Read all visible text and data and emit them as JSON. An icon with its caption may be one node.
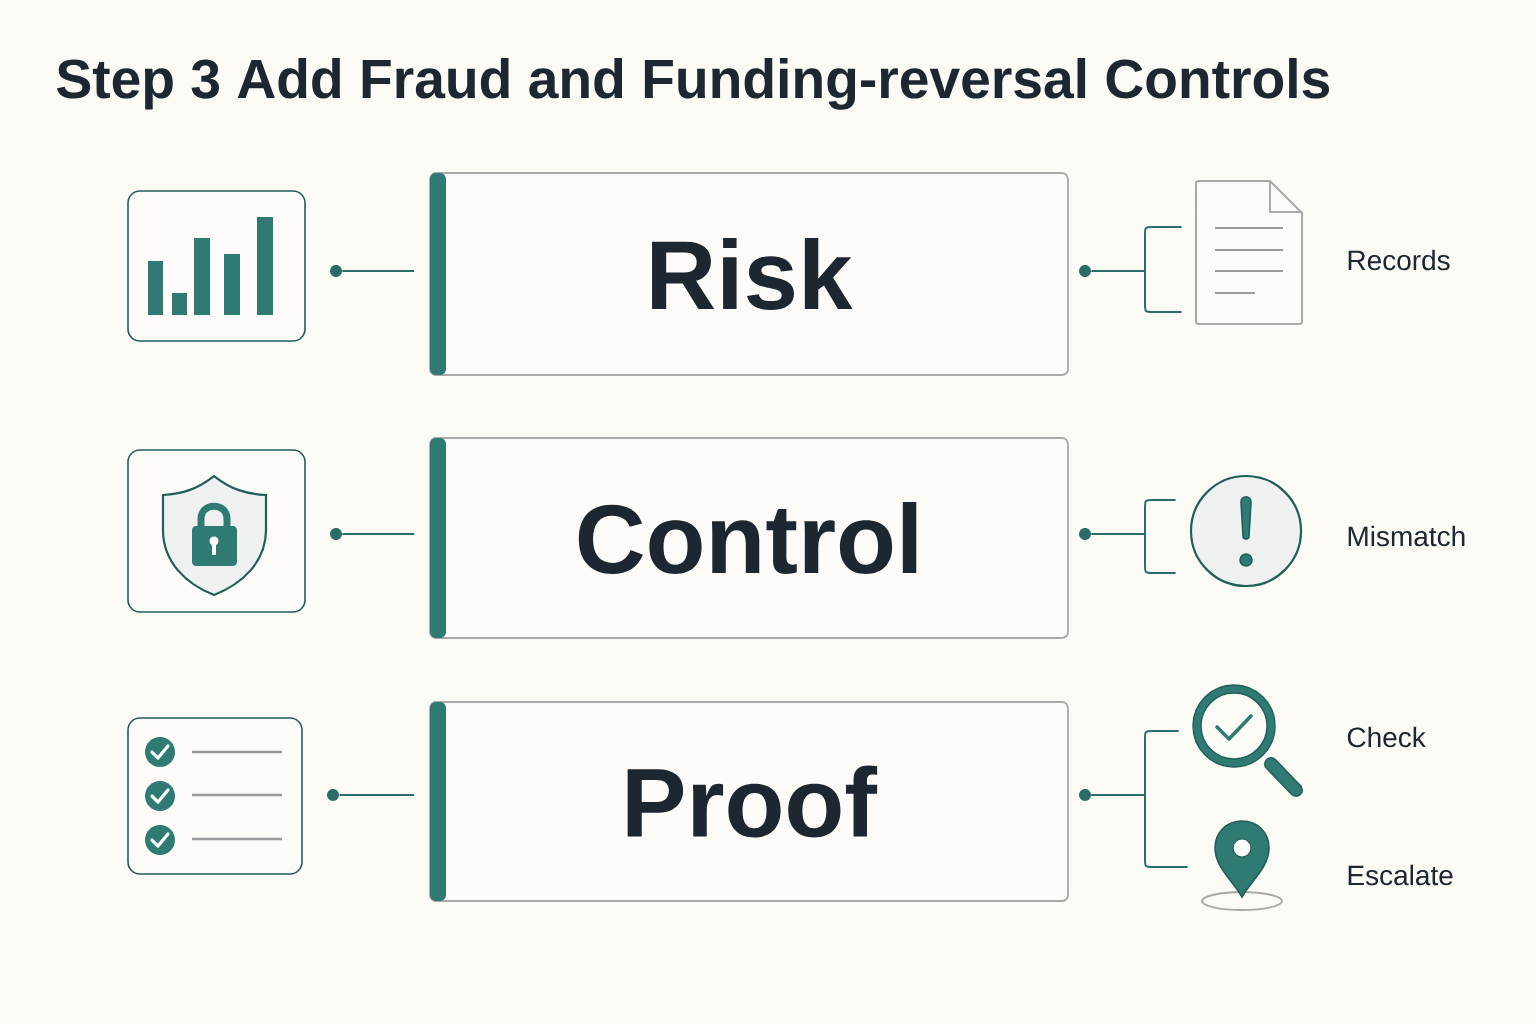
{
  "diagram": {
    "title": "Step 3 Add Fraud and Funding-reversal Controls",
    "nodes": [
      {
        "text": [],
        "shape": "picture"
      },
      {
        "text": [],
        "shape": "circle"
      },
      {
        "text": [
          "Risk"
        ]
      },
      {
        "text": [],
        "shape": "circle"
      },
      {
        "text": [],
        "shape": "picture",
        "beside": [
          "Records"
        ]
      },
      {
        "text": [],
        "shape": "picture"
      },
      {
        "text": [],
        "shape": "circle"
      },
      {
        "text": [
          "Control"
        ]
      },
      {
        "text": [],
        "shape": "circle"
      },
      {
        "text": [],
        "shape": "picture",
        "beside": [
          "Mismatch"
        ]
      },
      {
        "text": [],
        "shape": "picture"
      },
      {
        "text": [],
        "shape": "circle"
      },
      {
        "text": [
          "Proof"
        ]
      },
      {
        "text": [],
        "shape": "circle"
      },
      {
        "text": [],
        "shape": "picture",
        "beside": [
          "Check"
        ]
      },
      {
        "text": [],
        "shape": "picture",
        "beside": [
          "Escalate"
        ]
      }
    ],
    "edges": [
      {
        "from": 1,
        "to": 2,
        "arrow": "none"
      },
      {
        "from": 3,
        "to": 4,
        "arrow": "none"
      },
      {
        "from": 6,
        "to": 7,
        "arrow": "none"
      },
      {
        "from": 8,
        "to": 9,
        "arrow": "none"
      },
      {
        "from": 11,
        "to": 12,
        "arrow": "none"
      },
      {
        "from": 13,
        "to": 14,
        "arrow": "none"
      },
      {
        "from": 13,
        "to": 15,
        "arrow": "none"
      }
    ]
  }
}
